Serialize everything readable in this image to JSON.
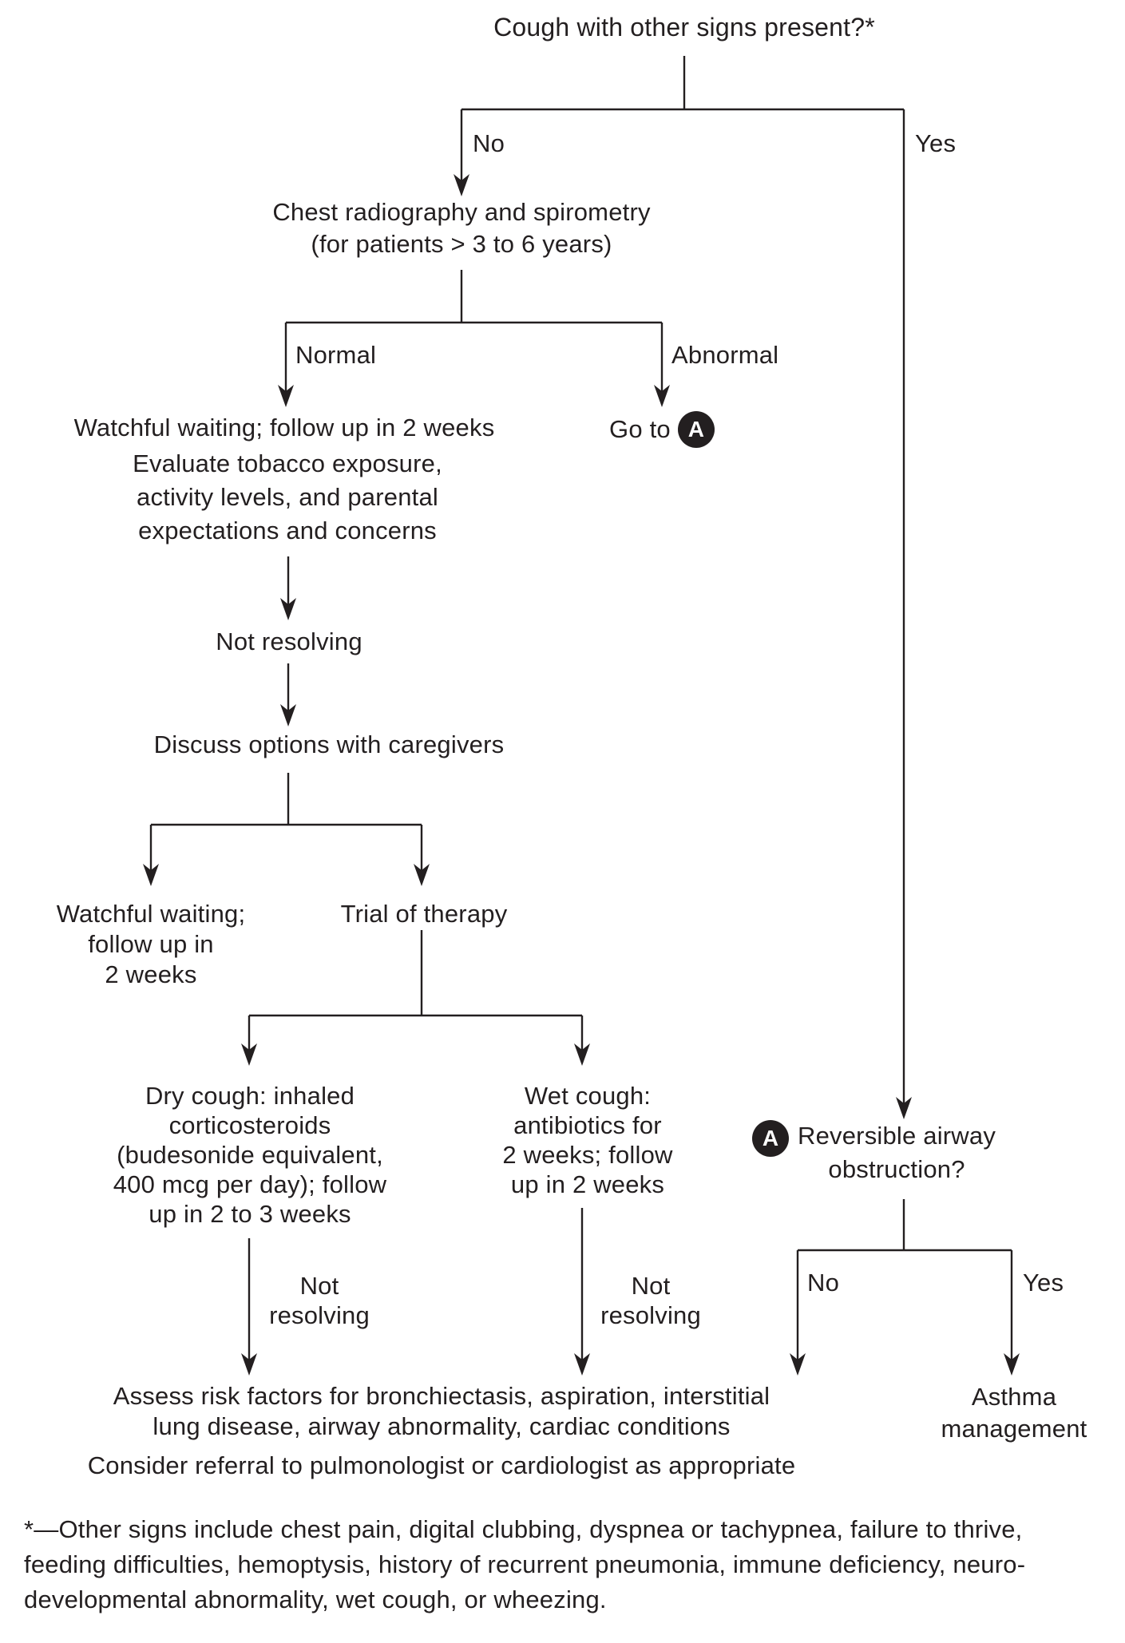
{
  "colors": {
    "ink": "#231f20",
    "background": "#ffffff"
  },
  "nodes": {
    "root": "Cough with other signs present?*",
    "cxr": "Chest radiography and spirometry\n(for patients > 3 to 6 years)",
    "watchful_wait_1": "Watchful waiting; follow up in 2 weeks",
    "goto_label": "Go to",
    "evaluate": "Evaluate tobacco exposure,\nactivity levels, and parental\nexpectations and concerns",
    "not_resolving_1": "Not resolving",
    "discuss": "Discuss options with caregivers",
    "watchful_wait_2": "Watchful waiting;\nfollow up in\n2 weeks",
    "trial_therapy": "Trial of therapy",
    "dry_cough": "Dry cough: inhaled\ncorticosteroids\n(budesonide equivalent,\n400 mcg per day); follow\nup in 2 to 3 weeks",
    "wet_cough": "Wet cough:\nantibiotics for\n2 weeks; follow\nup in 2 weeks",
    "not_resolving_2": "Not\nresolving",
    "not_resolving_3": "Not\nresolving",
    "reversible": "Reversible airway\nobstruction?",
    "assess": "Assess risk factors for bronchiectasis, aspiration, interstitial\nlung disease, airway abnormality, cardiac conditions",
    "consider": "Consider referral to pulmonologist or cardiologist as appropriate",
    "asthma": "Asthma\nmanagement"
  },
  "edges": {
    "no_1": "No",
    "yes_1": "Yes",
    "normal": "Normal",
    "abnormal": "Abnormal",
    "no_2": "No",
    "yes_2": "Yes"
  },
  "markers": {
    "a": "A"
  },
  "footnote": "*—Other signs include chest pain, digital clubbing, dyspnea or tachypnea, failure to thrive,\nfeeding difficulties, hemoptysis, history of recurrent pneumonia, immune deficiency, neuro-\ndevelopmental abnormality, wet cough, or wheezing."
}
